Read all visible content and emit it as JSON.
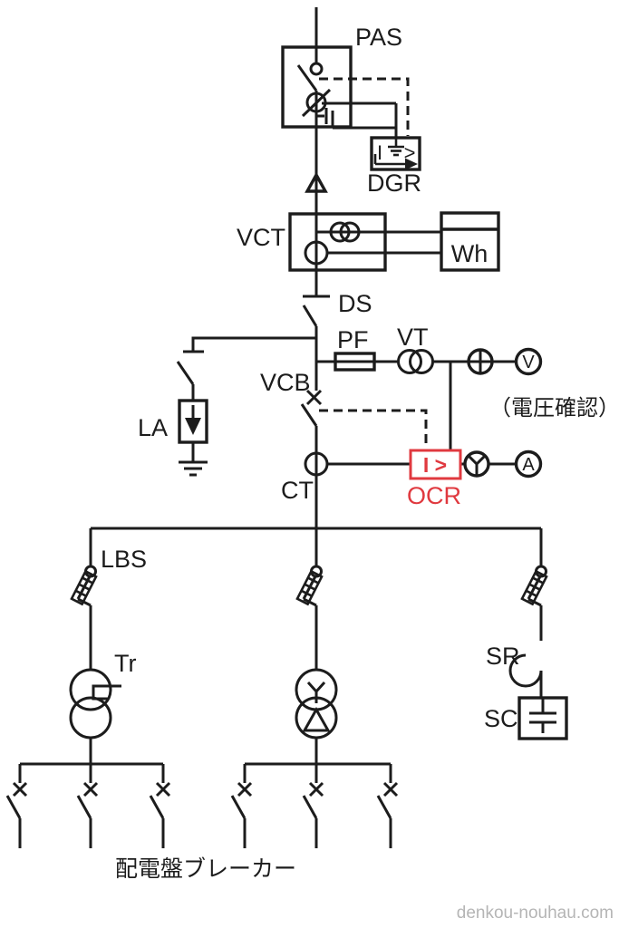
{
  "diagram": {
    "colors": {
      "ink": "#1c1c1c",
      "relay_red": "#e0393f",
      "watermark_gray": "#b5b5b5",
      "bg": "#ffffff"
    },
    "labels": {
      "pas": "PAS",
      "dgr": "DGR",
      "vct": "VCT",
      "wh": "Wh",
      "ds": "DS",
      "pf": "PF",
      "vt": "VT",
      "vcb": "VCB",
      "la": "LA",
      "ct": "CT",
      "ocr": "OCR",
      "lbs": "LBS",
      "tr": "Tr",
      "sr": "SR",
      "sc": "SC"
    },
    "meters": {
      "voltmeter": "V",
      "ammeter": "A"
    },
    "relay_text": {
      "ocr_element": "I >",
      "dgr_current": "I",
      "dgr_threshold": ">"
    },
    "annotations": {
      "voltage_check": "（電圧確認）",
      "switchboard_breaker": "配電盤ブレーカー"
    },
    "watermark": "denkou-nouhau.com"
  }
}
